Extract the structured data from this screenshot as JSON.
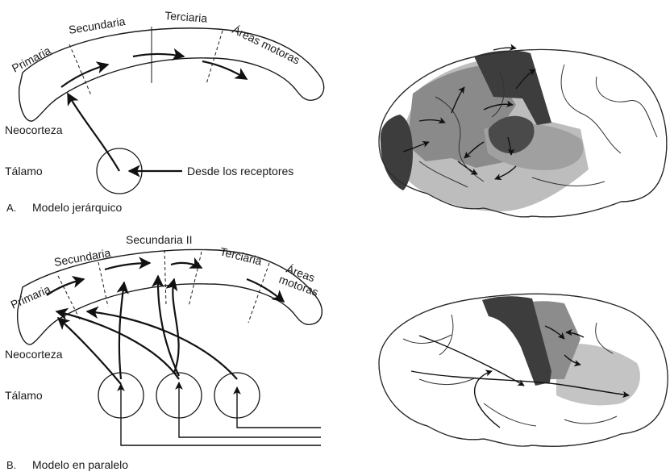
{
  "panel_a": {
    "label_letter": "A.",
    "caption": "Modelo jerárquico",
    "regions": {
      "primaria": "Primaria",
      "secundaria": "Secundaria",
      "terciaria": "Terciaria",
      "areas_motoras": "Áreas motoras"
    },
    "neocorteza": "Neocorteza",
    "talamo": "Tálamo",
    "receptores": "Desde los receptores"
  },
  "panel_b": {
    "label_letter": "B.",
    "caption": "Modelo en paralelo",
    "regions": {
      "primaria": "Primaria",
      "secundaria": "Secundaria",
      "secundaria_ii": "Secundaria II",
      "terciaria": "Terciaria",
      "areas_line1": "Áreas",
      "areas_line2": "motoras"
    },
    "neocorteza": "Neocorteza",
    "talamo": "Tálamo"
  },
  "colors": {
    "dark_gray": "#3a3a3a",
    "mid_gray": "#777777",
    "light_gray": "#bdbdbd",
    "white": "#ffffff"
  }
}
